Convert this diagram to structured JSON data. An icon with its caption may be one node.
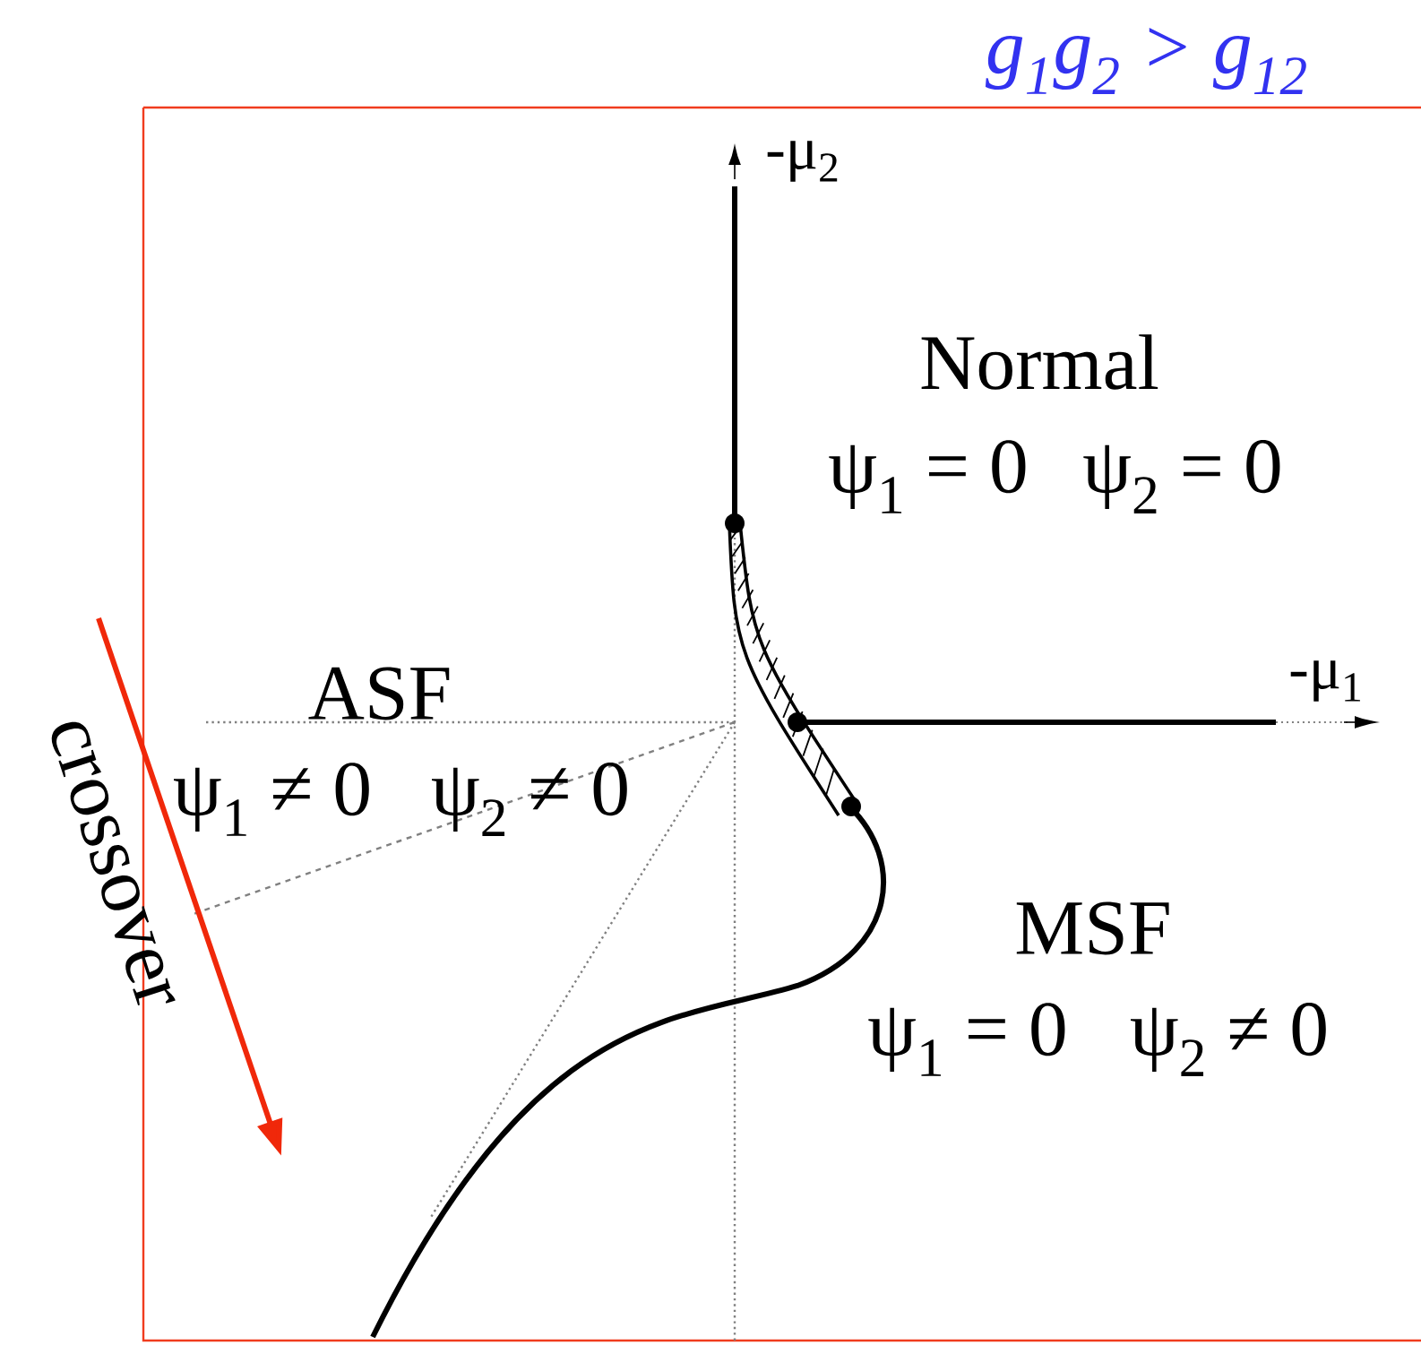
{
  "diagram": {
    "title": "g$_{1}$g$_{2}$ > g$_{12}$",
    "labels": [
      "-μ$_{2}$",
      "Normal",
      "ψ$_{1}$ = 0",
      "ψ$_{2}$ = 0",
      "ASF",
      "ψ$_{1}$ ≠ 0",
      "ψ$_{2}$ ≠ 0",
      "-μ$_{1}$",
      "MSF",
      "ψ$_{1}$ = 0",
      "ψ$_{2}$ ≠ 0",
      "crossover"
    ]
  }
}
